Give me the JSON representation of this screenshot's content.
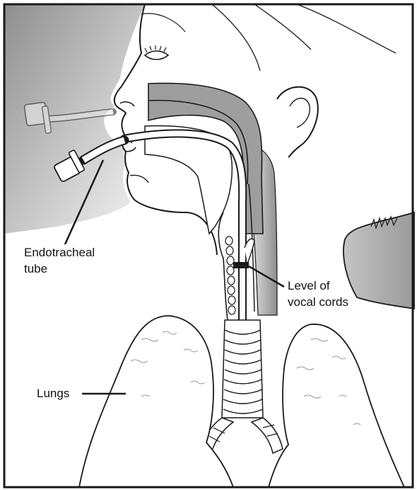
{
  "labels": {
    "endotracheal_line1": "Endotracheal",
    "endotracheal_line2": "tube",
    "vocal_cords_line1": "Level of",
    "vocal_cords_line2": "vocal cords",
    "lungs": "Lungs"
  },
  "colors": {
    "frame": "#1a1a1a",
    "ink": "#1a1a1a",
    "shadow_dark": "#8f8f8f",
    "shadow_mid": "#b8b8b8",
    "shadow_light": "#e4e4e4",
    "airway": "#a9a9a9",
    "tube_fill": "#ffffff"
  }
}
